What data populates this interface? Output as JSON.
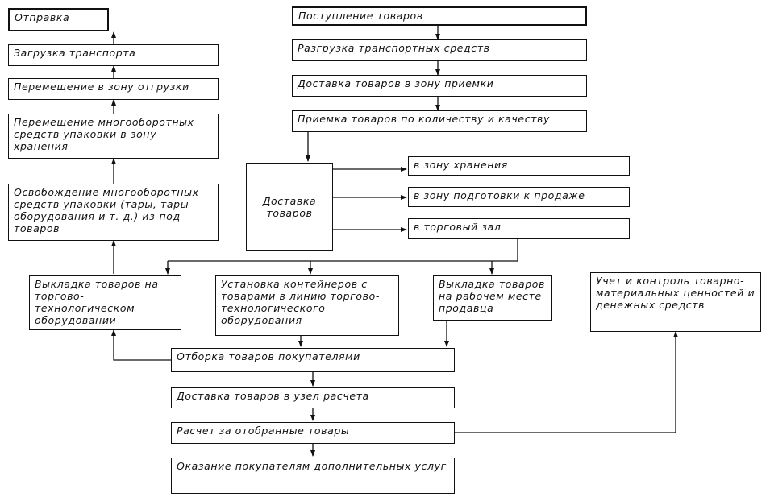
{
  "left_column": {
    "ship": "Отправка",
    "load_transport": "Загрузка транспорта",
    "move_to_shipping": "Перемещение в зону отгрузки",
    "move_containers": "Перемещение многооборотных средств упаковки в зону хранения",
    "release_containers": "Освобождение многооборотных средств упаковки (тары, тары-оборудования и т. д.) из-под товаров"
  },
  "top_column": {
    "receipt": "Поступление товаров",
    "unload": "Разгрузка транспортных средств",
    "deliver_to_acceptance": "Доставка товаров в зону приемки",
    "acceptance": "Приемка товаров по количеству и качеству"
  },
  "delivery": {
    "hub": "Доставка товаров",
    "to_storage": "в зону хранения",
    "to_preparation": "в зону подготовки к продаже",
    "to_sales_floor": "в торговый зал"
  },
  "middle_row": {
    "display_equipment": "Выкладка товаров на торгово-технологическом оборудовании",
    "install_containers": "Установка контейнеров с товарами в линию торгово-технологического оборудования",
    "display_workplace": "Выкладка товаров на рабочем месте продавца",
    "accounting": "Учет и контроль товарно-материальных ценностей и денежных средств"
  },
  "bottom_chain": {
    "selection": "Отборка товаров покупателями",
    "to_checkout": "Доставка товаров в узел расчета",
    "payment": "Расчет за отобранные товары",
    "services": "Оказание покупателям дополнительных услуг"
  },
  "colors": {
    "line": "#111111",
    "background": "#ffffff"
  }
}
